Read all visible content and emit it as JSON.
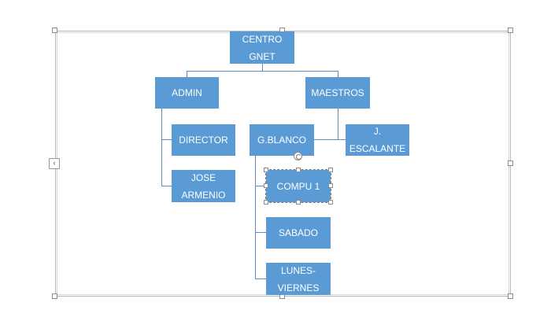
{
  "collapse_icon": "‹",
  "colors": {
    "node_fill": "#5b9bd5",
    "connector": "#5b8cc2",
    "text": "#ffffff"
  },
  "nodes": {
    "root": {
      "line1": "CENTRO",
      "line2": "GNET"
    },
    "admin": {
      "label": "ADMIN"
    },
    "maestros": {
      "label": "MAESTROS"
    },
    "director": {
      "label": "DIRECTOR"
    },
    "jose": {
      "line1": "JOSE",
      "line2": "ARMENIO"
    },
    "gblanco": {
      "label": "G.BLANCO"
    },
    "escalante": {
      "line1": "J.",
      "line2": "ESCALANTE"
    },
    "compu1": {
      "label": "COMPU 1"
    },
    "sabado": {
      "label": "SABADO"
    },
    "lunes": {
      "line1": "LUNES-",
      "line2": "VIERNES"
    }
  }
}
